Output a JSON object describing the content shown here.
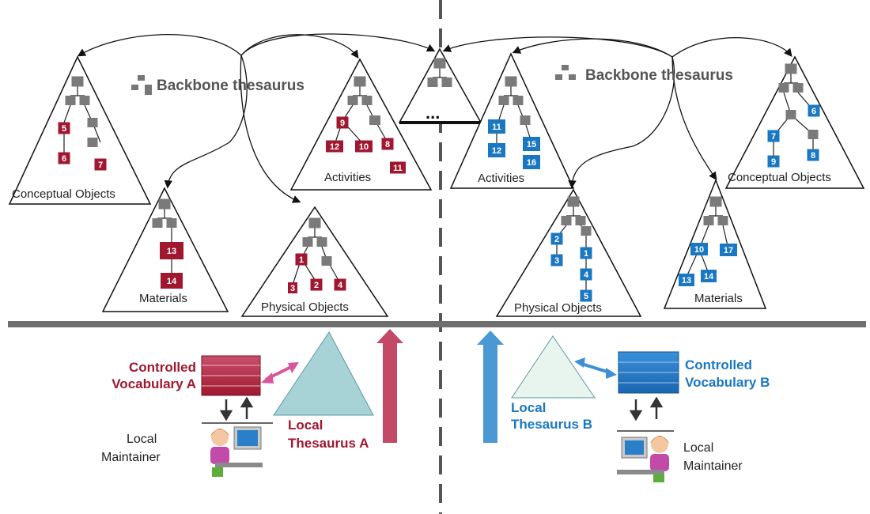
{
  "left": {
    "backbone_label": "Backbone thesaurus",
    "triangles": {
      "conceptual": "Conceptual Objects",
      "materials": "Materials",
      "activities": "Activities",
      "physical": "Physical Objects"
    },
    "controlled_vocab": [
      "Controlled",
      "Vocabulary A"
    ],
    "local_thesaurus": [
      "Local",
      "Thesaurus A"
    ],
    "maintainer": [
      "Local",
      "Maintainer"
    ],
    "color": "#a01830"
  },
  "right": {
    "backbone_label": "Backbone thesaurus",
    "triangles": {
      "conceptual": "Conceptual Objects",
      "materials": "Materials",
      "activities": "Activities",
      "physical": "Physical Objects"
    },
    "controlled_vocab": [
      "Controlled",
      "Vocabulary   B"
    ],
    "local_thesaurus": [
      "Local",
      "Thesaurus B"
    ],
    "maintainer": [
      "Local",
      "Maintainer"
    ],
    "color": "#1a78c2"
  },
  "center": {
    "ellipsis": "..."
  },
  "nodes": {
    "left_conceptual": [
      "5",
      "6",
      "7"
    ],
    "left_activities": [
      "9",
      "12",
      "10",
      "8",
      "11"
    ],
    "left_materials": [
      "13",
      "14"
    ],
    "left_physical": [
      "1",
      "3",
      "2",
      "4"
    ],
    "right_activities": [
      "11",
      "12",
      "15",
      "16"
    ],
    "right_conceptual": [
      "6",
      "7",
      "9",
      "8"
    ],
    "right_physical": [
      "2",
      "3",
      "1",
      "4",
      "5"
    ],
    "right_materials": [
      "10",
      "17",
      "13",
      "14"
    ]
  }
}
